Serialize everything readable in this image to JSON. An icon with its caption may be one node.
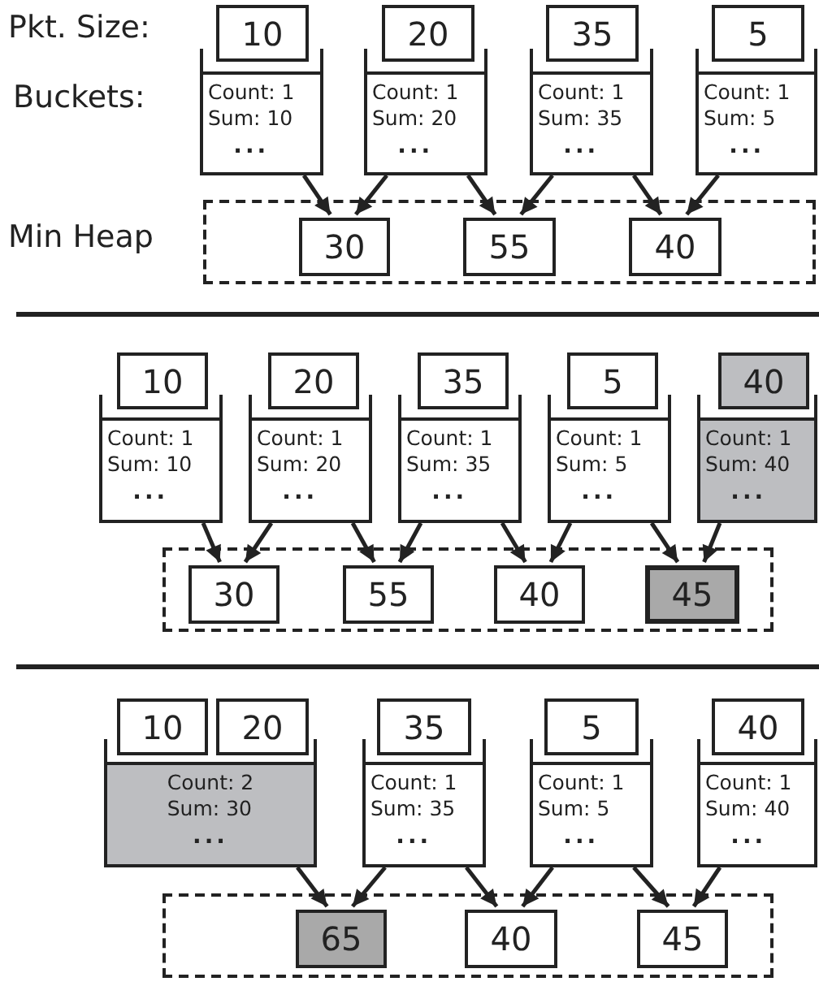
{
  "diagram": {
    "nodes": [
      {
        "text": [
          "10"
        ]
      },
      {
        "text": [
          "20"
        ]
      },
      {
        "text": [
          "35"
        ]
      },
      {
        "text": [
          "5"
        ]
      },
      {
        "text": [
          "Count: 1",
          "Sum: 10",
          "..."
        ]
      },
      {
        "text": [
          "Count: 1",
          "Sum: 20",
          "..."
        ]
      },
      {
        "text": [
          "Count: 1",
          "Sum: 35",
          "..."
        ]
      },
      {
        "text": [
          "Count: 1",
          "Sum: 5",
          "..."
        ]
      },
      {
        "text": [],
        "shape": "box"
      },
      {
        "text": [
          "30"
        ],
        "in": 8
      },
      {
        "text": [
          "55"
        ],
        "in": 8
      },
      {
        "text": [
          "40"
        ],
        "in": 8
      },
      {
        "text": [
          "10"
        ]
      },
      {
        "text": [
          "20"
        ]
      },
      {
        "text": [
          "35"
        ]
      },
      {
        "text": [
          "5"
        ]
      },
      {
        "text": [
          "40"
        ]
      },
      {
        "text": [
          "Count: 1",
          "Sum: 10",
          "..."
        ]
      },
      {
        "text": [
          "Count: 1",
          "Sum: 20",
          "..."
        ]
      },
      {
        "text": [
          "Count: 1",
          "Sum: 35",
          "..."
        ]
      },
      {
        "text": [
          "Count: 1",
          "Sum: 5",
          "..."
        ]
      },
      {
        "text": [
          "Count: 1",
          "Sum: 40",
          "..."
        ]
      },
      {
        "text": [],
        "shape": "box"
      },
      {
        "text": [
          "30"
        ],
        "in": 22
      },
      {
        "text": [
          "55"
        ],
        "in": 22
      },
      {
        "text": [
          "40"
        ],
        "in": 22
      },
      {
        "text": [
          "45"
        ],
        "in": 22
      },
      {
        "text": [
          "10"
        ]
      },
      {
        "text": [
          "20"
        ]
      },
      {
        "text": [
          "35"
        ]
      },
      {
        "text": [
          "5"
        ]
      },
      {
        "text": [
          "40"
        ]
      },
      {
        "text": [
          "Count: 2",
          "Sum: 30",
          "..."
        ]
      },
      {
        "text": [
          "Count: 1",
          "Sum: 35",
          "..."
        ]
      },
      {
        "text": [
          "Count: 1",
          "Sum: 5",
          "..."
        ]
      },
      {
        "text": [
          "Count: 1",
          "Sum: 40",
          "..."
        ]
      },
      {
        "text": [],
        "shape": "box"
      },
      {
        "text": [
          "65"
        ],
        "in": 36
      },
      {
        "text": [
          "40"
        ],
        "in": 36
      },
      {
        "text": [
          "45"
        ],
        "in": 36
      }
    ],
    "edges": [
      {
        "from": 4,
        "to": 9,
        "arrow": "to"
      },
      {
        "from": 5,
        "to": 9,
        "arrow": "to"
      },
      {
        "from": 5,
        "to": 10,
        "arrow": "to"
      },
      {
        "from": 6,
        "to": 10,
        "arrow": "to"
      },
      {
        "from": 6,
        "to": 11,
        "arrow": "to"
      },
      {
        "from": 7,
        "to": 11,
        "arrow": "to"
      },
      {
        "from": 17,
        "to": 23,
        "arrow": "to"
      },
      {
        "from": 18,
        "to": 23,
        "arrow": "to"
      },
      {
        "from": 18,
        "to": 24,
        "arrow": "to"
      },
      {
        "from": 19,
        "to": 24,
        "arrow": "to"
      },
      {
        "from": 19,
        "to": 25,
        "arrow": "to"
      },
      {
        "from": 20,
        "to": 25,
        "arrow": "to"
      },
      {
        "from": 20,
        "to": 26,
        "arrow": "to"
      },
      {
        "from": 21,
        "to": 26,
        "arrow": "to"
      },
      {
        "from": 32,
        "to": 37,
        "arrow": "to"
      },
      {
        "from": 33,
        "to": 37,
        "arrow": "to"
      },
      {
        "from": 33,
        "to": 38,
        "arrow": "to"
      },
      {
        "from": 34,
        "to": 38,
        "arrow": "to"
      },
      {
        "from": 34,
        "to": 39,
        "arrow": "to"
      },
      {
        "from": 35,
        "to": 39,
        "arrow": "to"
      }
    ],
    "labels": [
      "Pkt. Size:",
      "Buckets:",
      "Min Heap"
    ]
  }
}
